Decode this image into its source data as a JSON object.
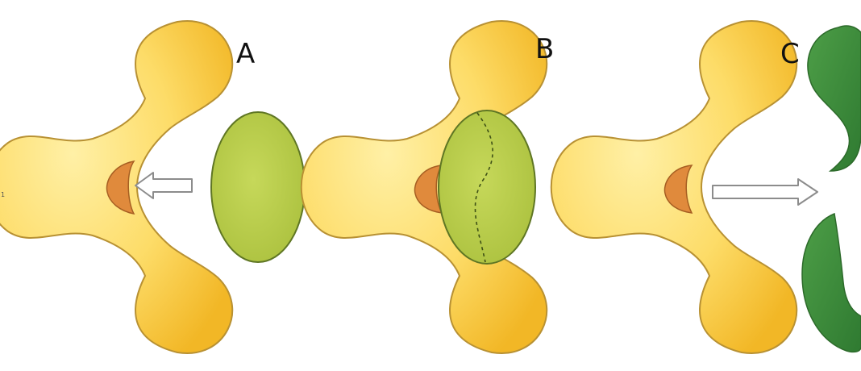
{
  "panels": [
    {
      "label": "A"
    },
    {
      "label": "B"
    },
    {
      "label": "C"
    }
  ],
  "edge_mark": "1",
  "colors": {
    "enzyme_light": "#fde27a",
    "enzyme_dark": "#f3b92a",
    "enzyme_stroke": "#b89133",
    "active_site": "#e08a3c",
    "active_site_stroke": "#a65e22",
    "substrate_fill": "#b8cc4a",
    "substrate_stroke": "#5f7624",
    "product_fill": "#3f8f3c",
    "product_stroke": "#2c6a2a",
    "arrow_fill": "#ffffff",
    "arrow_stroke": "#8c8c8c"
  }
}
